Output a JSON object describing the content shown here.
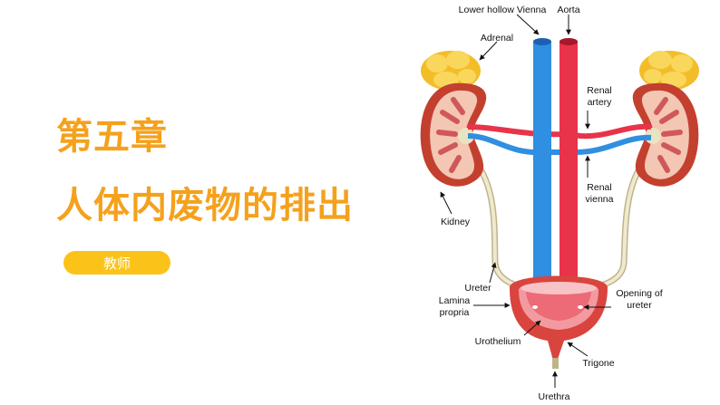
{
  "slide": {
    "chapter": "第五章",
    "title": "人体内废物的排出",
    "role_button": "教师"
  },
  "diagram": {
    "labels": {
      "lower_hollow_vienna": "Lower hollow Vienna",
      "aorta": "Aorta",
      "adrenal": "Adrenal",
      "renal_artery_1": "Renal",
      "renal_artery_2": "artery",
      "renal_vienna_1": "Renal",
      "renal_vienna_2": "vienna",
      "kidney": "Kidney",
      "ureter": "Ureter",
      "lamina_propria_1": "Lamina",
      "lamina_propria_2": "propria",
      "opening_of_ureter_1": "Opening of",
      "opening_of_ureter_2": "ureter",
      "urothelium": "Urothelium",
      "trigone": "Trigone",
      "urethra": "Urethra"
    },
    "colors": {
      "vein": "#2f8fe0",
      "artery": "#e8334a",
      "adrenal": "#f6c93c",
      "kidney": "#c94a3b",
      "ureter": "#e9e3c4",
      "bladder": "#e4606a"
    }
  }
}
